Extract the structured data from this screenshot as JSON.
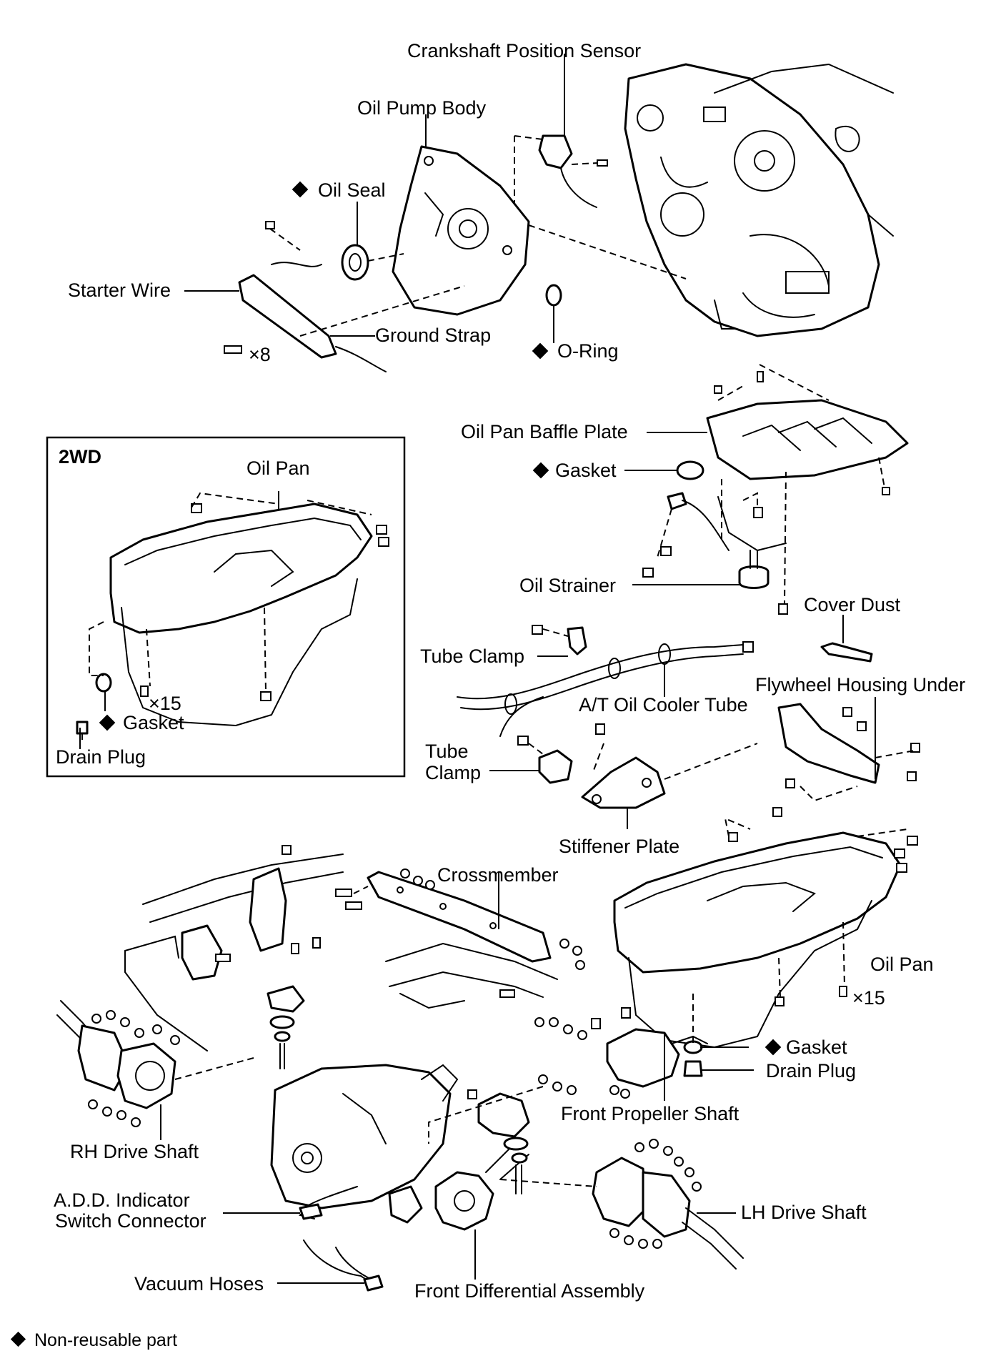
{
  "labels": {
    "crankshaft_position_sensor": "Crankshaft Position Sensor",
    "oil_pump_body": "Oil Pump Body",
    "oil_seal": "Oil Seal",
    "starter_wire": "Starter Wire",
    "ground_strap": "Ground Strap",
    "bolts_x8": "×8",
    "o_ring": "O-Ring",
    "oil_pan_baffle_plate": "Oil Pan Baffle Plate",
    "gasket_baffle": "Gasket",
    "oil_strainer": "Oil Strainer",
    "cover_dust": "Cover Dust",
    "tube_clamp_upper": "Tube Clamp",
    "flywheel_housing_under": "Flywheel Housing Under",
    "at_oil_cooler_tube": "A/T Oil Cooler Tube",
    "tube_clamp_lower_1": "Tube",
    "tube_clamp_lower_2": "Clamp",
    "stiffener_plate": "Stiffener Plate",
    "crossmember": "Crossmember",
    "oil_pan_right": "Oil Pan",
    "bolts_x15_right": "×15",
    "gasket_right": "Gasket",
    "drain_plug_right": "Drain Plug",
    "front_propeller_shaft": "Front Propeller Shaft",
    "rh_drive_shaft": "RH Drive Shaft",
    "add_connector_1": "A.D.D. Indicator",
    "add_connector_2": "Switch Connector",
    "lh_drive_shaft": "LH Drive Shaft",
    "vacuum_hoses": "Vacuum Hoses",
    "front_differential_assembly": "Front Differential Assembly"
  },
  "inset": {
    "title": "2WD",
    "oil_pan": "Oil Pan",
    "bolts_x15": "×15",
    "gasket": "Gasket",
    "drain_plug": "Drain Plug"
  },
  "legend": {
    "text": "Non-reusable part"
  }
}
